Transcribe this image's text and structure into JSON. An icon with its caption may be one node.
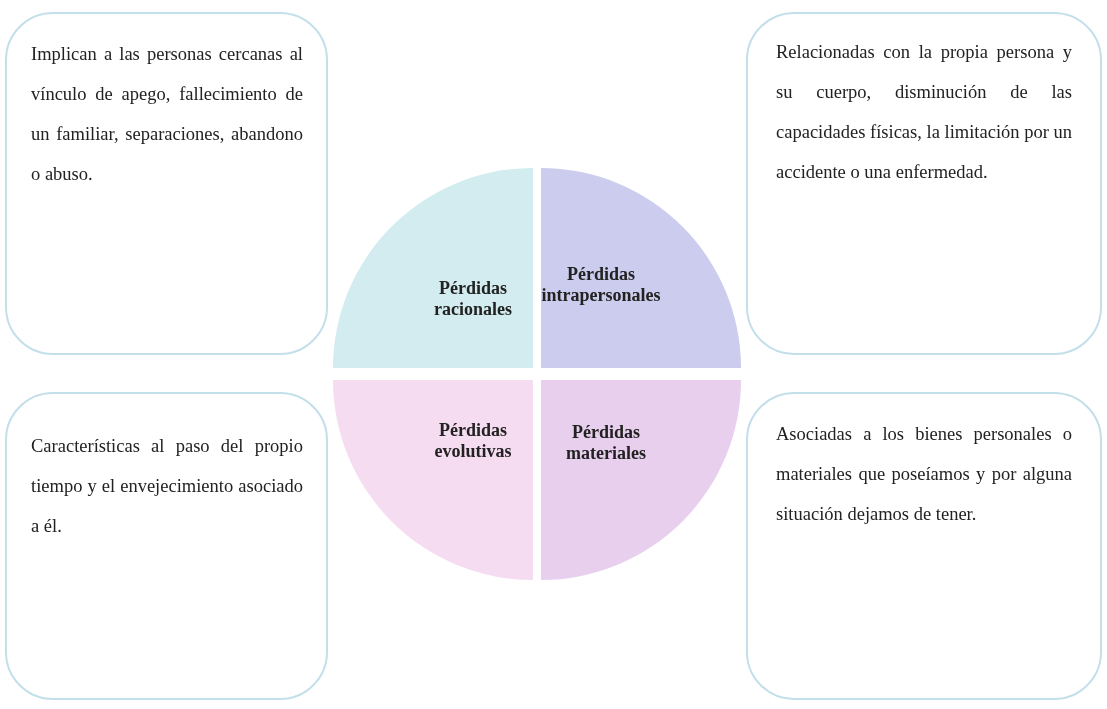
{
  "diagram": {
    "nodes": [
      {
        "text": [
          "Implican a las personas cercanas al vínculo de apego, fallecimiento de un familiar, separaciones, abandono o abuso."
        ]
      },
      {
        "text": [
          "Pérdidas racionales"
        ]
      },
      {
        "text": [
          "Pérdidas intrapersonales"
        ]
      },
      {
        "text": [
          "Relacionadas con la propia persona y su cuerpo, disminución de las capacidades físicas, la limitación por un accidente o una enfermedad."
        ]
      },
      {
        "text": [
          "Características al paso del propio tiempo y el envejecimiento asociado a él."
        ]
      },
      {
        "text": [
          "Pérdidas evolutivas"
        ]
      },
      {
        "text": [
          "Pérdidas materiales"
        ]
      },
      {
        "text": [
          "Asociadas a los bienes personales o materiales que poseíamos y por alguna situación dejamos de tener."
        ]
      }
    ]
  }
}
